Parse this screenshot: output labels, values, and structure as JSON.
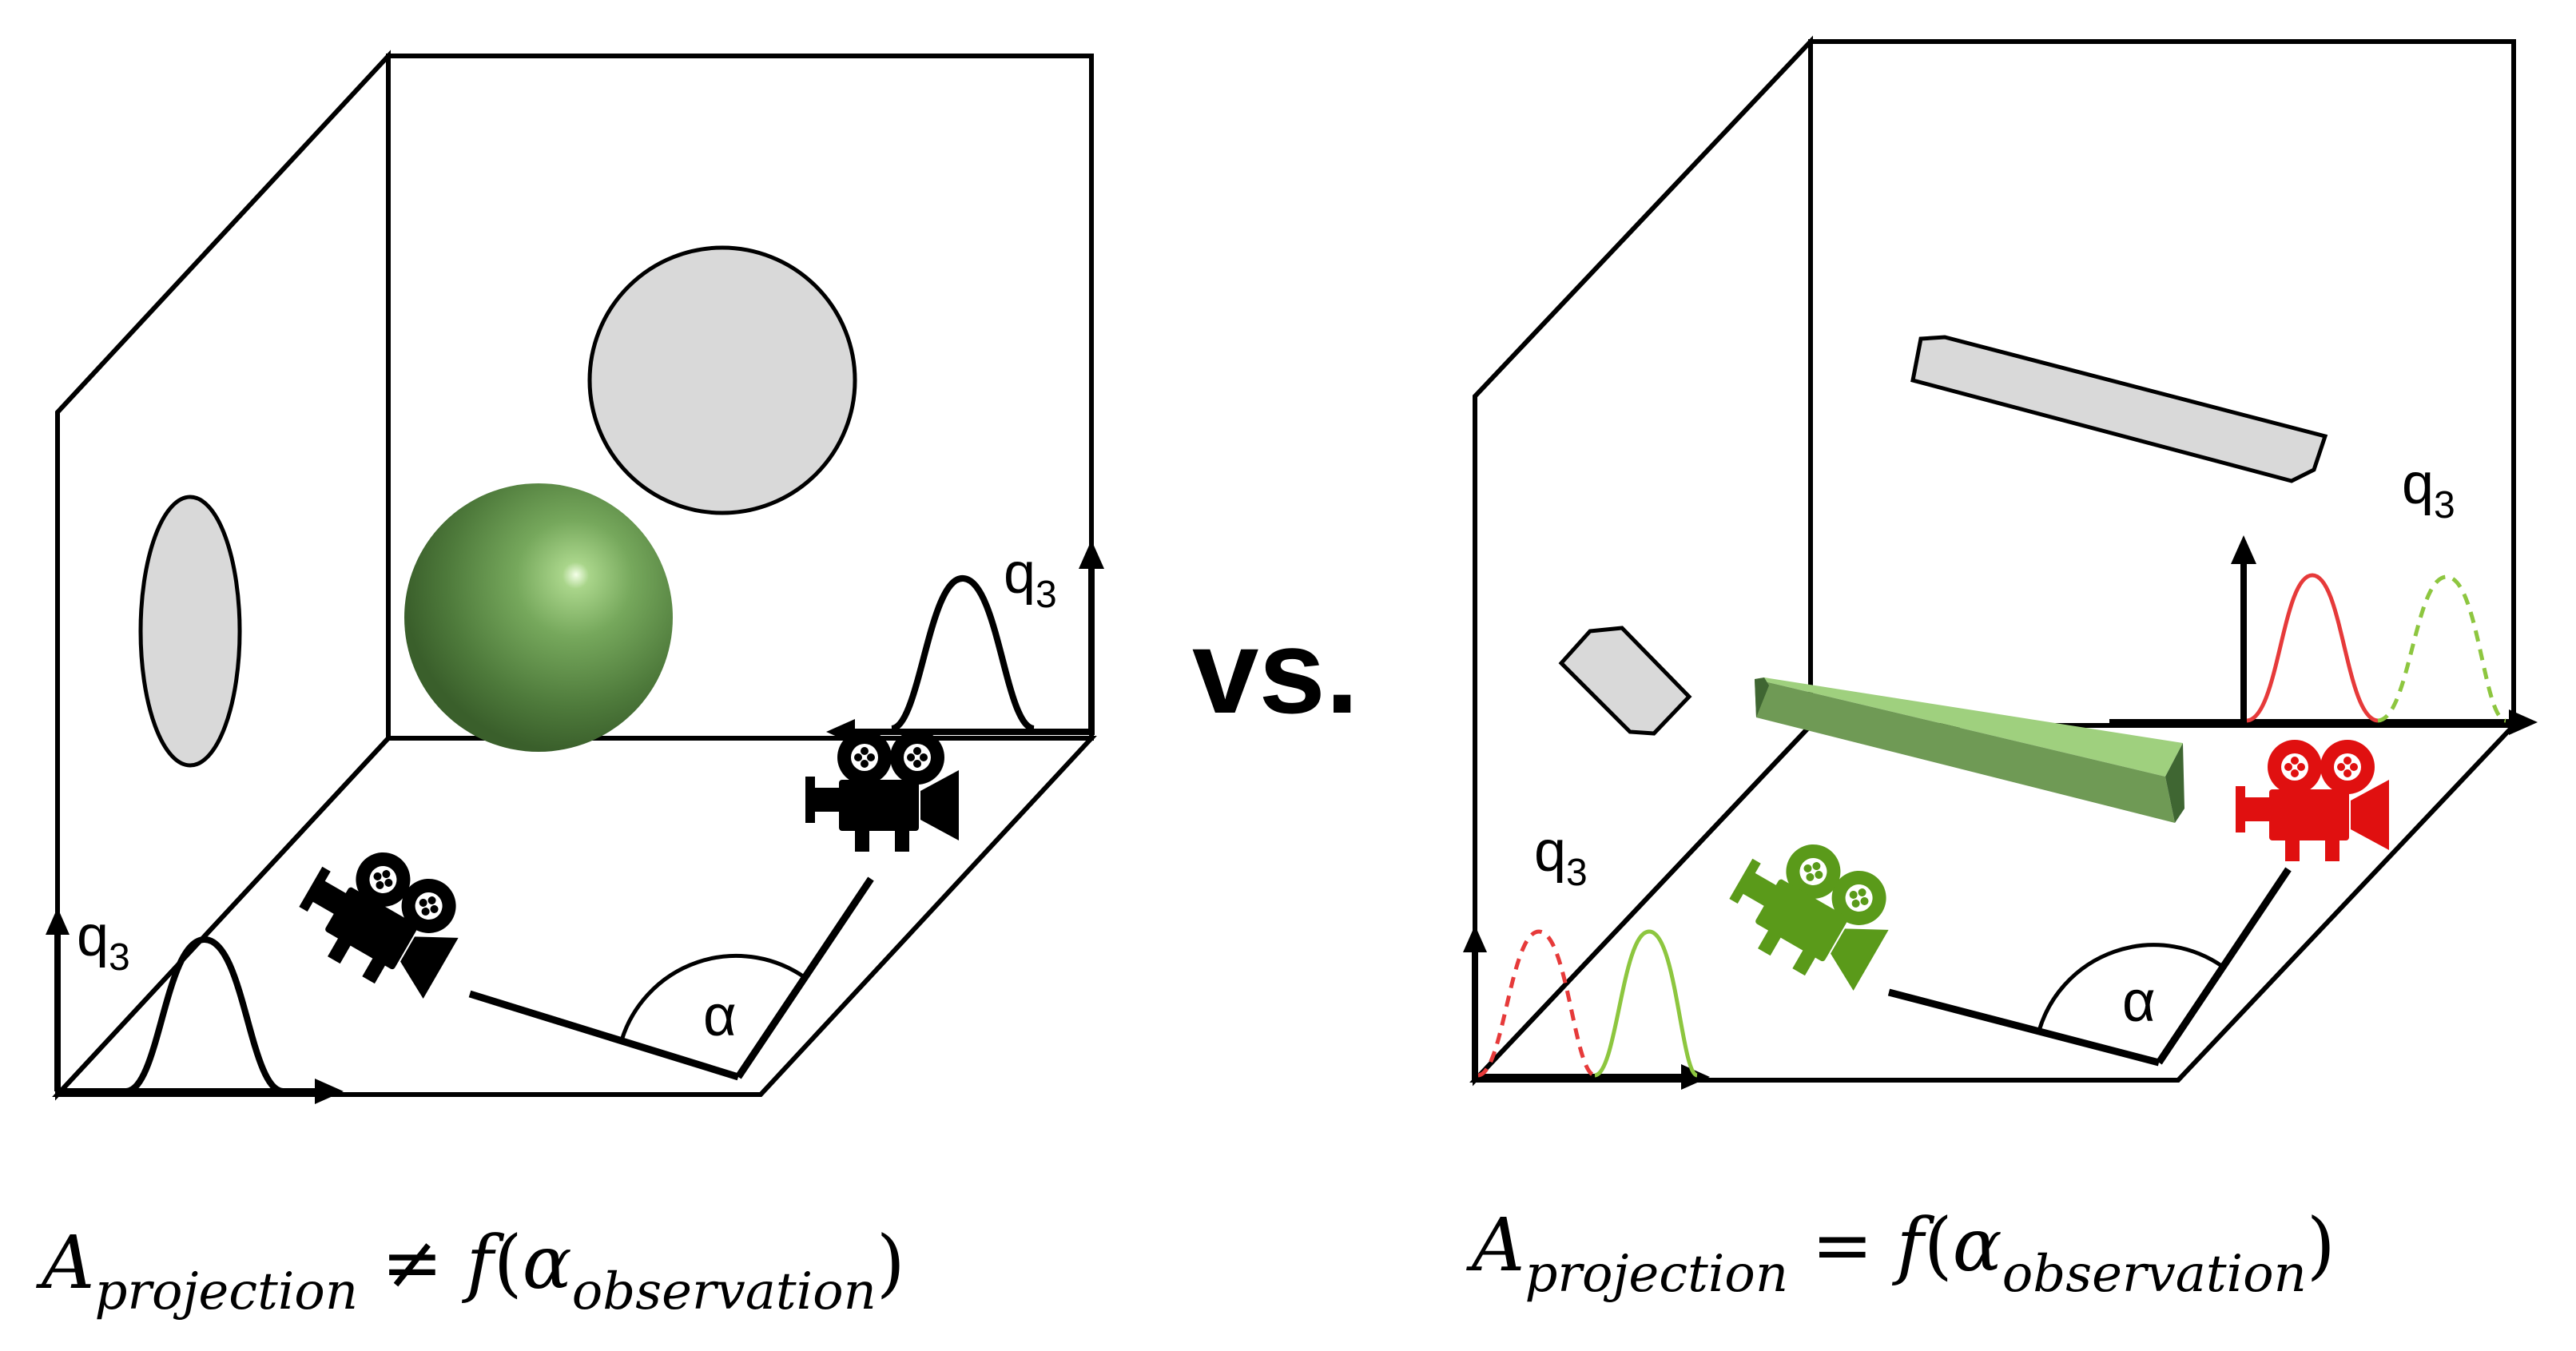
{
  "left_panel": {
    "q_label_main": "q",
    "q_label_sub": "3",
    "angle_label": "α",
    "formula": {
      "A": "A",
      "A_sub": "projection",
      "relation": "≠",
      "func": "f",
      "open": "(",
      "alpha": "α",
      "alpha_sub": "observation",
      "close": ")"
    },
    "colors": {
      "sphere": "#6f9a55",
      "silhouette": "#d9d9d9",
      "camera": "#000000"
    }
  },
  "center": {
    "vs_label": "vs."
  },
  "right_panel": {
    "q_label_main": "q",
    "q_label_sub": "3",
    "angle_label": "α",
    "formula": {
      "A": "A",
      "A_sub": "projection",
      "relation": "=",
      "func": "f",
      "open": "(",
      "alpha": "α",
      "alpha_sub": "observation",
      "close": ")"
    },
    "colors": {
      "rod": "#6f9a55",
      "silhouette": "#d9d9d9",
      "camera_red": "#e01010",
      "camera_green": "#5a9a1a",
      "curve_red": "#e63a3a",
      "curve_green": "#8dc63f"
    }
  }
}
